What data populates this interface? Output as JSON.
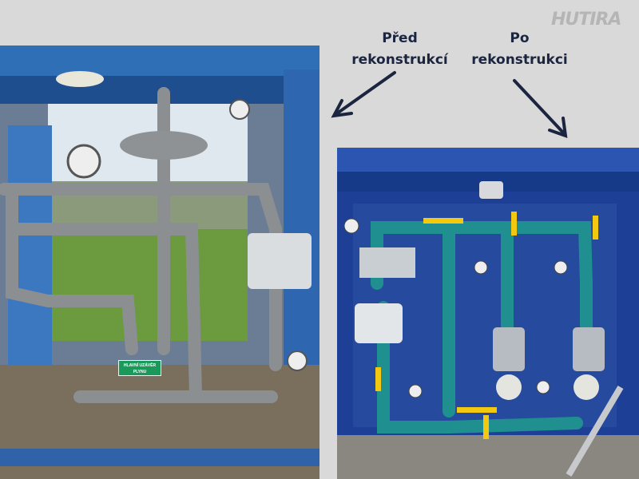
{
  "logo": {
    "text": "HUTIRA"
  },
  "labels": {
    "before": {
      "line1": "Před",
      "line2": "rekonstrukcí"
    },
    "after": {
      "line1": "Po",
      "line2": "rekonstrukci"
    }
  },
  "photos": {
    "before": {
      "sign_line1": "HLAVNÍ UZÁVĚR",
      "sign_line2": "PLYNU"
    }
  },
  "colors": {
    "background": "#d9d9d9",
    "text": "#1c2540",
    "cabinet_blue": "#2a4fa8",
    "pipe_teal": "#1f8f8f",
    "valve_yellow": "#f2c811"
  }
}
